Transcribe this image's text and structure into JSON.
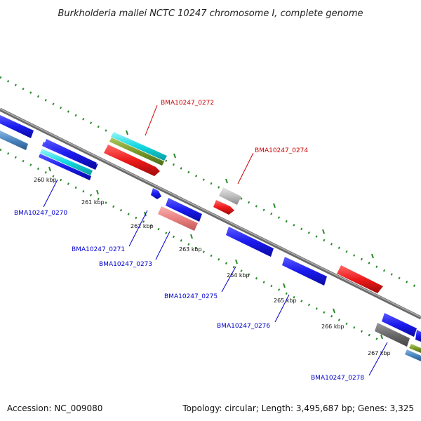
{
  "title": "Burkholderia mallei NCTC 10247 chromosome I, complete genome",
  "accession": "Accession: NC_009080",
  "summary": "Topology: circular; Length: 3,495,687 bp; Genes: 3,325",
  "colors": {
    "backbone": "#8a8a8a",
    "tick_green": "#2a8a2a",
    "gene_forward_label": "#cc0000",
    "gene_reverse_label": "#0000cc",
    "blue": "#1a1aee",
    "red": "#ee1a1a",
    "cyan": "#12d8e0",
    "olive": "#7a9a2a",
    "grey": "#9a9a9a",
    "pink": "#ea8080",
    "steel": "#4a86c0"
  },
  "ticks": [
    {
      "label": "260 kbp"
    },
    {
      "label": "261 kbp"
    },
    {
      "label": "262 kbp"
    },
    {
      "label": "263 kbp"
    },
    {
      "label": "264 kbp"
    },
    {
      "label": "265 kbp"
    },
    {
      "label": "266 kbp"
    },
    {
      "label": "267 kbp"
    }
  ],
  "gene_labels": [
    {
      "text": "BMA10247_0272",
      "strand": "forward"
    },
    {
      "text": "BMA10247_0274",
      "strand": "forward"
    },
    {
      "text": "BMA10247_0270",
      "strand": "reverse"
    },
    {
      "text": "BMA10247_0271",
      "strand": "reverse"
    },
    {
      "text": "BMA10247_0273",
      "strand": "reverse"
    },
    {
      "text": "BMA10247_0275",
      "strand": "reverse"
    },
    {
      "text": "BMA10247_0276",
      "strand": "reverse"
    },
    {
      "text": "BMA10247_0278",
      "strand": "reverse"
    }
  ]
}
